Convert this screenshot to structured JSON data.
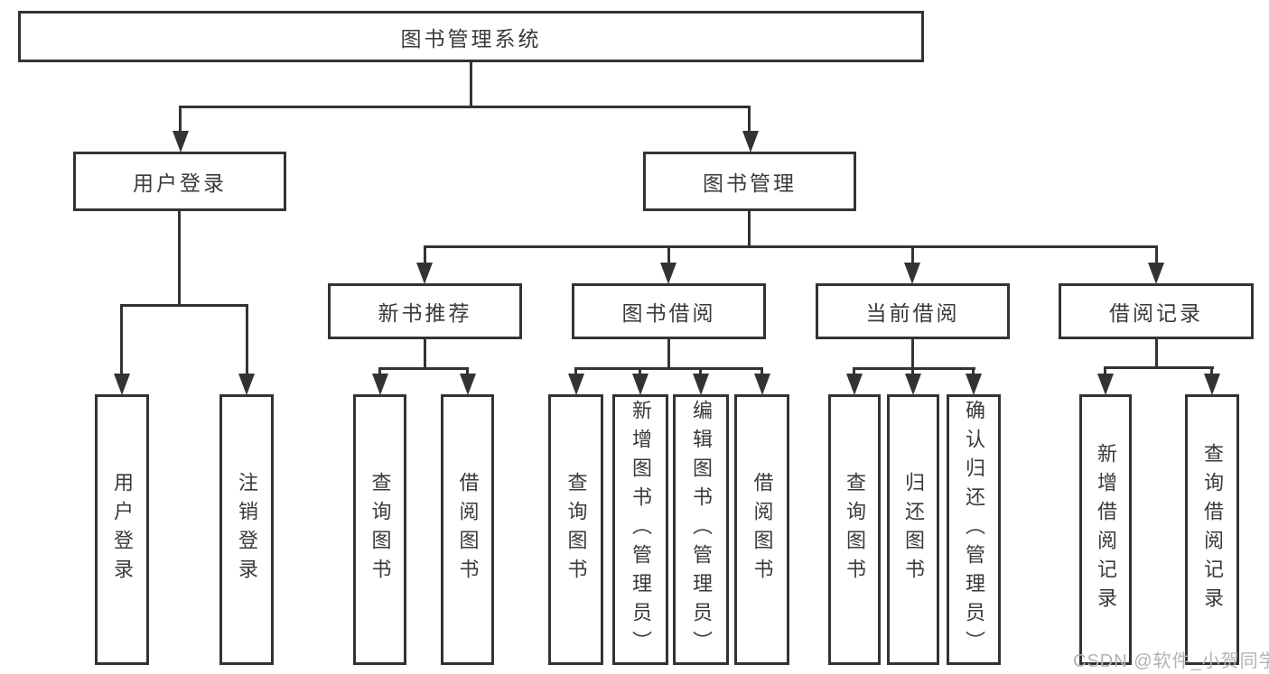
{
  "tree": {
    "root": "图书管理系统",
    "branches": [
      {
        "label": "用户登录",
        "children": [
          "用户登录",
          "注销登录"
        ]
      },
      {
        "label": "图书管理",
        "children": [
          {
            "label": "新书推荐",
            "children": [
              "查询图书",
              "借阅图书"
            ]
          },
          {
            "label": "图书借阅",
            "children": [
              "查询图书",
              "新增图书（管理员）",
              "编辑图书（管理员）",
              "借阅图书"
            ]
          },
          {
            "label": "当前借阅",
            "children": [
              "查询图书",
              "归还图书",
              "确认归还（管理员）"
            ]
          },
          {
            "label": "借阅记录",
            "children": [
              "新增借阅记录",
              "查询借阅记录"
            ]
          }
        ]
      }
    ]
  },
  "watermark": {
    "text": "CSDN @软件_小贺同学"
  },
  "colors": {
    "line": "#333333",
    "text": "#3a3a3a",
    "watermark": "#b3b3b3",
    "bg": "#ffffff"
  }
}
